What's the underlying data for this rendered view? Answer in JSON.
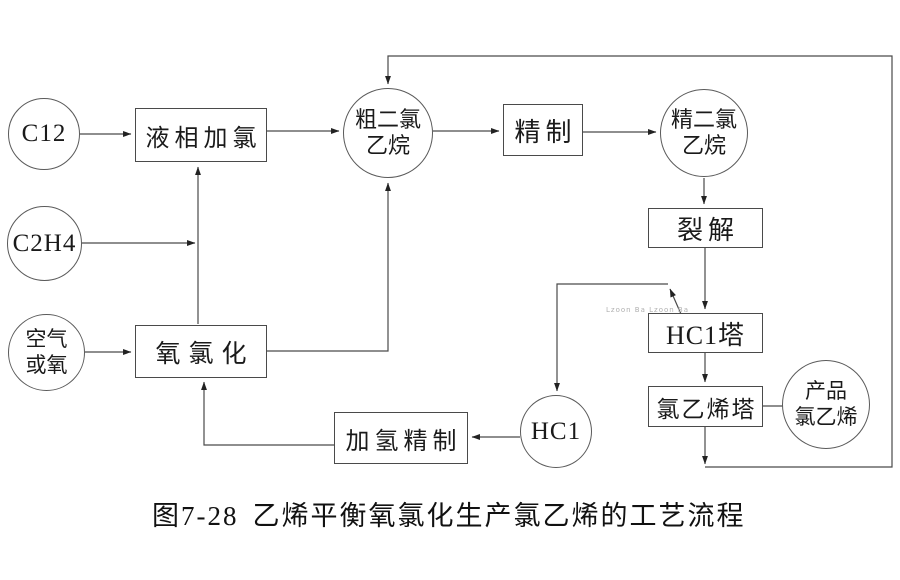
{
  "diagram": {
    "caption": {
      "figure_number": "图7-28",
      "title": "乙烯平衡氧氯化生产氯乙烯的工艺流程"
    },
    "watermark": "Lzoon Ba Lzoon Ba",
    "colors": {
      "line": "#4a4a4a",
      "text": "#1a1a1a",
      "background": "#ffffff"
    },
    "nodes": {
      "cl2": {
        "label": "C12"
      },
      "ethylene": {
        "label": "C2H4"
      },
      "air_or_oxygen": {
        "line1": "空气",
        "line2": "或氧"
      },
      "liquid_chlorination": {
        "label": "液相加氯"
      },
      "crude_edc": {
        "line1": "粗二氯",
        "line2": "乙烷"
      },
      "refining": {
        "label": "精制"
      },
      "pure_edc": {
        "line1": "精二氯",
        "line2": "乙烷"
      },
      "cracking": {
        "label": "裂解"
      },
      "hcl_tower": {
        "label": "HC1塔"
      },
      "vcm_tower": {
        "label": "氯乙烯塔"
      },
      "product_vcm": {
        "line1": "产品",
        "line2": "氯乙烯"
      },
      "oxychlorination": {
        "label": "氧氯化"
      },
      "hydro_refining": {
        "label": "加氢精制"
      },
      "hcl_stream": {
        "label": "HC1"
      }
    }
  }
}
